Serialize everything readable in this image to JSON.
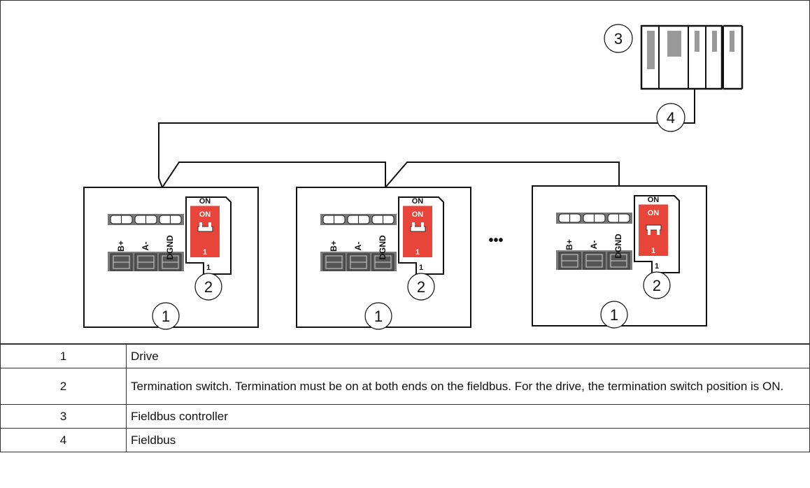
{
  "callouts": {
    "drive": "1",
    "termination_switch": "2",
    "controller": "3",
    "fieldbus": "4"
  },
  "switch": {
    "on_outer": "ON",
    "on_inner": "ON",
    "number": "1",
    "pin_label": "1"
  },
  "terminals": [
    "B+",
    "A-",
    "DGND"
  ],
  "ellipsis": "•••",
  "legend": [
    {
      "num": "1",
      "text": "Drive"
    },
    {
      "num": "2",
      "text": "Termination switch. Termination must be on at both ends on the fieldbus. For the drive, the termination switch position is ON."
    },
    {
      "num": "3",
      "text": "Fieldbus controller"
    },
    {
      "num": "4",
      "text": "Fieldbus"
    }
  ],
  "colors": {
    "switch_red": "#e8453a",
    "terminal_gray": "#7a7a7a",
    "terminal_dark": "#555555",
    "module_gray": "#9a9a9a"
  }
}
